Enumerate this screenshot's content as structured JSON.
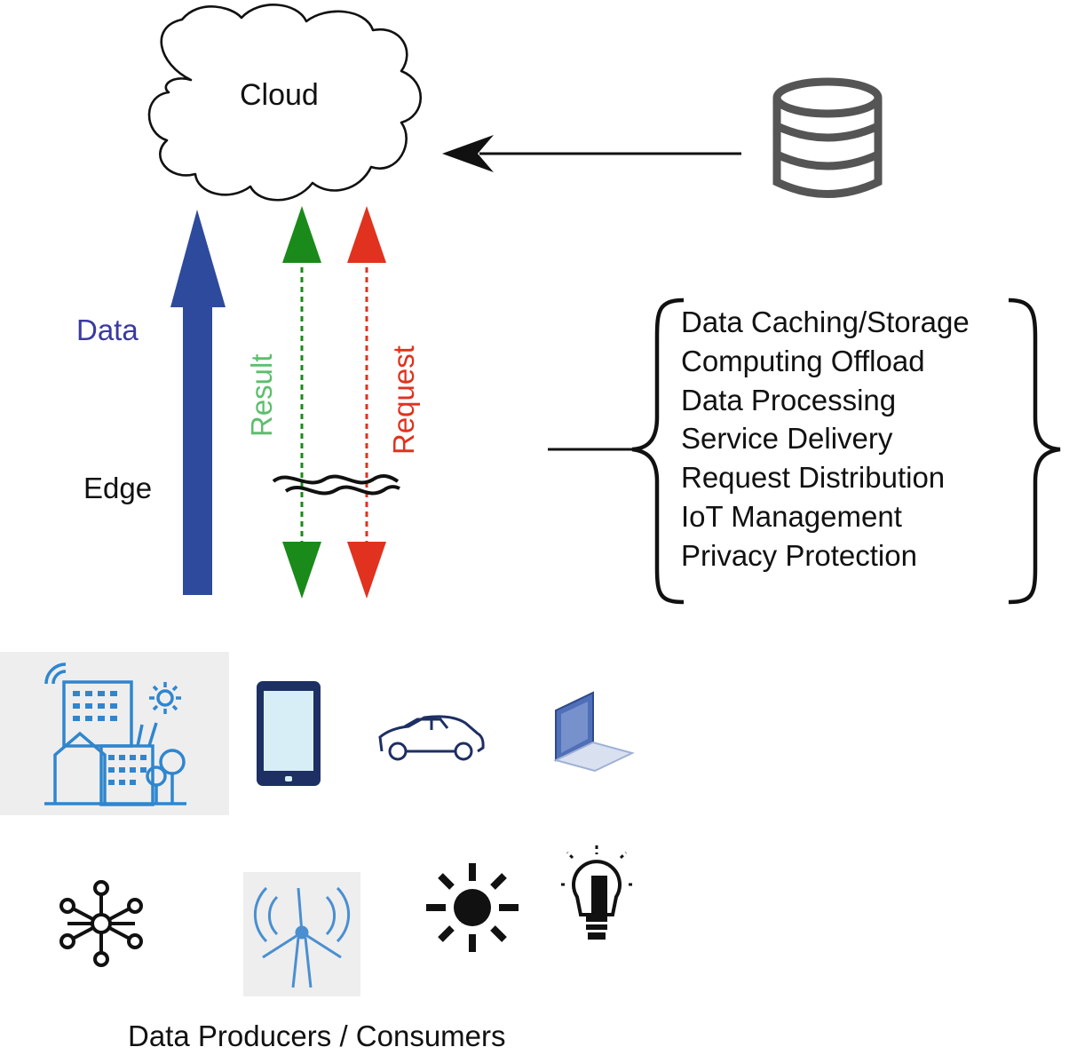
{
  "cloud": {
    "label": "Cloud"
  },
  "edge": {
    "label": "Edge"
  },
  "arrows": {
    "data": {
      "label": "Data",
      "color": "#2d4a9c",
      "label_color": "#3a3aa0"
    },
    "result": {
      "label": "Result",
      "color": "#1a8a1a",
      "label_color": "#5cbf6c"
    },
    "request": {
      "label": "Request",
      "color": "#e0321e",
      "label_color": "#e0321e"
    }
  },
  "functions": [
    "Data Caching/Storage",
    "Computing Offload",
    "Data Processing",
    "Service Delivery",
    "Request Distribution",
    "IoT Management",
    "Privacy Protection"
  ],
  "devices": {
    "row1": [
      "smart-city-icon",
      "smartphone-icon",
      "car-icon",
      "laptop-icon"
    ],
    "row2": [
      "network-hub-icon",
      "wind-turbine-icon",
      "sun-icon",
      "light-bulb-icon"
    ]
  },
  "footer": {
    "label": "Data Producers / Consumers"
  }
}
